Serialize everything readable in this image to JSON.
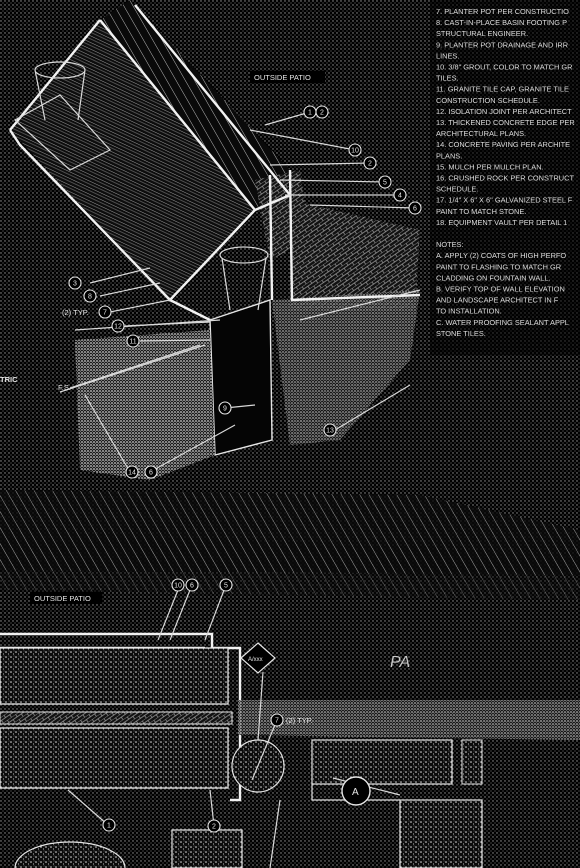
{
  "labels": {
    "outside_patio_top": "OUTSIDE PATIO",
    "outside_patio_bottom": "OUTSIDE PATIO",
    "typ_2_upper": "(2) TYP.",
    "typ_2_lower": "(2) TYP.",
    "fs": "F.S.",
    "left_edge": "TRIC",
    "pa": "PA",
    "section_marker": "A",
    "detail_tag": "A/xxx"
  },
  "callouts_top": [
    "1",
    "2",
    "10",
    "2",
    "5",
    "4",
    "6",
    "3",
    "8",
    "7",
    "12",
    "11",
    "9",
    "13",
    "14",
    "6"
  ],
  "callouts_bottom": [
    "10",
    "6",
    "5",
    "1",
    "2",
    "7"
  ],
  "notes_list": [
    "7.  PLANTER POT PER CONSTRUCTIO",
    "8.  CAST-IN-PLACE BASIN FOOTING P",
    "     STRUCTURAL ENGINEER.",
    "9.  PLANTER POT DRAINAGE AND IRR",
    "     LINES.",
    "10. 3/8\" GROUT, COLOR TO MATCH GR",
    "     TILES.",
    "11. GRANITE TILE CAP, GRANITE TILE",
    "     CONSTRUCTION SCHEDULE.",
    "12. ISOLATION JOINT PER ARCHITECT",
    "13. THICKENED CONCRETE EDGE PER",
    "     ARCHITECTURAL PLANS.",
    "14. CONCRETE PAVING PER ARCHITE",
    "     PLANS.",
    "15. MULCH PER MULCH PLAN.",
    "16. CRUSHED ROCK PER CONSTRUCT",
    "     SCHEDULE.",
    "17. 1/4\" X 6\" X 6\" GALVANIZED STEEL F",
    "     PAINT TO MATCH STONE.",
    "18. EQUIPMENT VAULT PER DETAIL 1",
    "",
    "NOTES:",
    "A.  APPLY (2) COATS OF HIGH PERFO",
    "     PAINT TO FLASHING TO MATCH GR",
    "     CLADDING ON FOUNTAIN WALL.",
    "B.  VERIFY TOP OF WALL ELEVATION",
    "     AND LANDSCAPE ARCHITECT IN F",
    "     TO INSTALLATION.",
    "C.  WATER PROOFING SEALANT APPL",
    "     STONE TILES."
  ],
  "colors": {
    "background": "#000000",
    "linework": "#e6e6e6",
    "hatch": "#bdbdbd"
  }
}
